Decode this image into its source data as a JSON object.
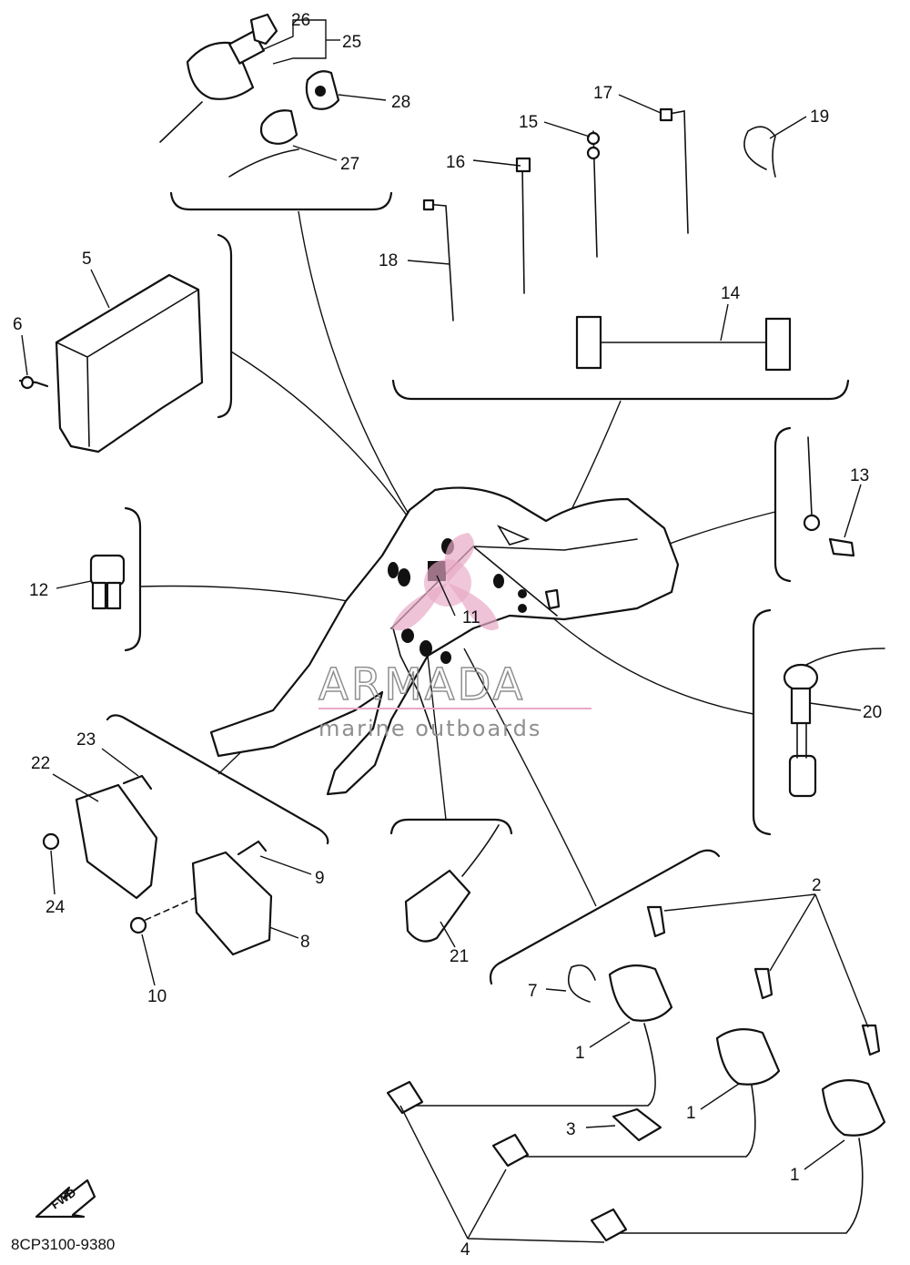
{
  "diagram": {
    "drawing_code": "8CP3100-9380",
    "direction_label": "FWD",
    "watermark": {
      "title": "ARMADA",
      "subtitle": "marine outboards",
      "accent_color": "#e8a9c6",
      "text_color": "#8f8f8f"
    },
    "labels": {
      "l1a": "1",
      "l1b": "1",
      "l1c": "1",
      "l2": "2",
      "l3": "3",
      "l4": "4",
      "l5": "5",
      "l6": "6",
      "l7": "7",
      "l8": "8",
      "l9": "9",
      "l10": "10",
      "l11": "11",
      "l12": "12",
      "l13": "13",
      "l14": "14",
      "l15": "15",
      "l16": "16",
      "l17": "17",
      "l18": "18",
      "l19": "19",
      "l20": "20",
      "l21": "21",
      "l22": "22",
      "l23": "23",
      "l24": "24",
      "l25": "25",
      "l26": "26",
      "l27": "27",
      "l28": "28"
    }
  }
}
